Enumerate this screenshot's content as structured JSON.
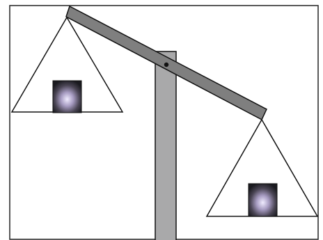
{
  "diagram": {
    "type": "balance-scale",
    "tilt": "left-pan-raised",
    "left_pan": {
      "object": "cube"
    },
    "right_pan": {
      "object": "cube"
    },
    "colors": {
      "background": "#ffffff",
      "frame": "#222222",
      "beam": "#7f7f7f",
      "post": "#a9a9aa",
      "outline": "#111111",
      "cube_center": "#f0ecff",
      "cube_edge": "#1a1a1f"
    }
  }
}
